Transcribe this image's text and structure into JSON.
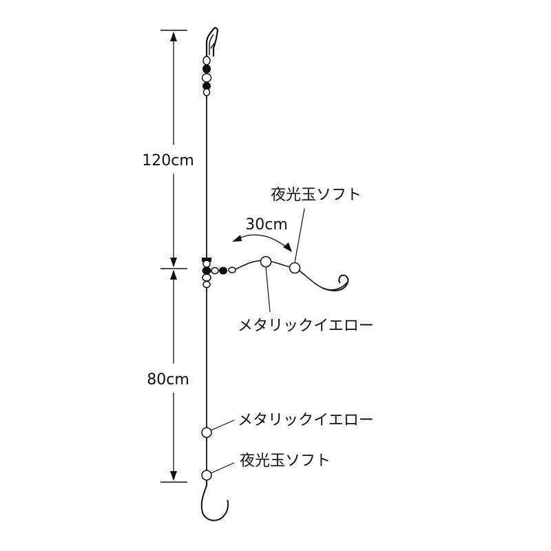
{
  "diagram": {
    "top_length": "120cm",
    "bottom_length": "80cm",
    "branch_length": "30cm",
    "labels": {
      "branch_bead_luminous": "夜光玉ソフト",
      "branch_bead_metallic": "メタリックイエロー",
      "main_bead_metallic": "メタリックイエロー",
      "main_bead_luminous": "夜光玉ソフト"
    }
  },
  "colors": {
    "line": "#111111",
    "bead_fill": "#ffffff"
  }
}
